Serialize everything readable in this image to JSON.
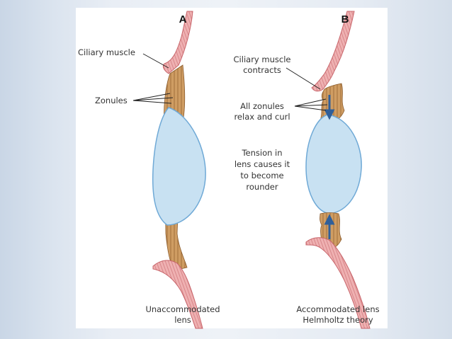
{
  "panels": {
    "a": {
      "letter": "A",
      "labels": {
        "ciliary_muscle": "Ciliary muscle",
        "zonules": "Zonules"
      },
      "caption": [
        "Unaccommodated",
        "lens"
      ]
    },
    "b": {
      "letter": "B",
      "labels": {
        "ciliary_contracts": [
          "Ciliary muscle",
          "contracts"
        ],
        "zonules_relax": [
          "All zonules",
          "relax and curl"
        ],
        "tension": [
          "Tension in",
          "lens causes it",
          "to become",
          "rounder"
        ]
      },
      "caption": [
        "Accommodated lens",
        "Helmholtz theory"
      ]
    }
  },
  "colors": {
    "muscle": "#e8a1a3",
    "muscle_stroke": "#c8656b",
    "zonule": "#c9955c",
    "zonule_stroke": "#8a5a2b",
    "lens": "#c8e1f2",
    "lens_stroke": "#6fa9d6",
    "arrow": "#2f5f9a"
  }
}
